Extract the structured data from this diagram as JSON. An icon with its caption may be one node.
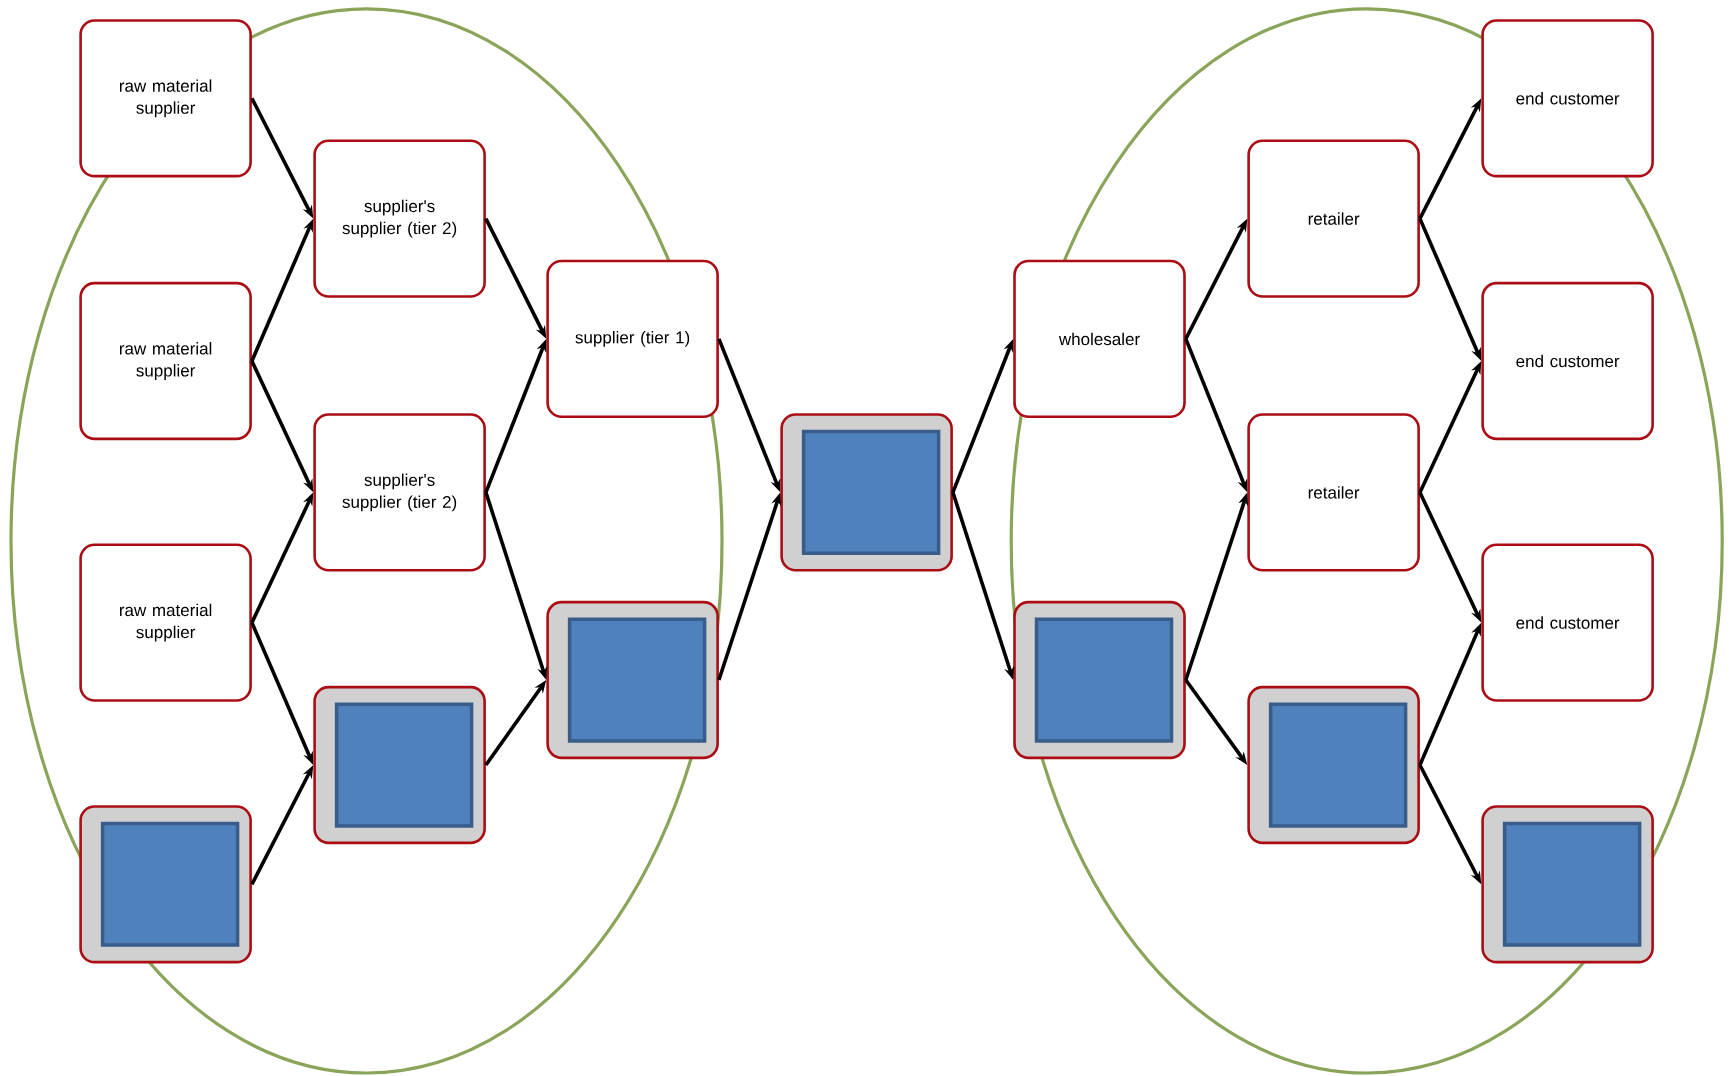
{
  "diagram": {
    "nodes": [
      {
        "text": [
          "raw material supplier"
        ]
      },
      {
        "text": [
          "raw material supplier"
        ]
      },
      {
        "text": [
          "raw material supplier"
        ]
      },
      {
        "text": [],
        "shape": "box"
      },
      {
        "text": [
          "supplier's supplier (tier 2)"
        ]
      },
      {
        "text": [
          "supplier's supplier (tier 2)"
        ]
      },
      {
        "text": [],
        "shape": "box"
      },
      {
        "text": [
          "supplier (tier 1)"
        ]
      },
      {
        "text": [],
        "shape": "box"
      },
      {
        "text": [],
        "shape": "box"
      },
      {
        "text": [
          "wholesaler"
        ]
      },
      {
        "text": [],
        "shape": "box"
      },
      {
        "text": [
          "retailer"
        ]
      },
      {
        "text": [
          "retailer"
        ]
      },
      {
        "text": [],
        "shape": "box"
      },
      {
        "text": [
          "end customer"
        ]
      },
      {
        "text": [
          "end customer"
        ]
      },
      {
        "text": [
          "end customer"
        ]
      },
      {
        "text": [],
        "shape": "box"
      }
    ],
    "edges": [
      {
        "from": 0,
        "to": 4,
        "arrow": "to"
      },
      {
        "from": 1,
        "to": 4,
        "arrow": "to"
      },
      {
        "from": 1,
        "to": 5,
        "arrow": "to"
      },
      {
        "from": 2,
        "to": 5,
        "arrow": "to"
      },
      {
        "from": 2,
        "to": 6,
        "arrow": "to"
      },
      {
        "from": 3,
        "to": 6,
        "arrow": "to"
      },
      {
        "from": 4,
        "to": 7,
        "arrow": "to"
      },
      {
        "from": 5,
        "to": 7,
        "arrow": "to"
      },
      {
        "from": 5,
        "to": 8,
        "arrow": "to"
      },
      {
        "from": 6,
        "to": 8,
        "arrow": "to"
      },
      {
        "from": 7,
        "to": 9,
        "arrow": "to"
      },
      {
        "from": 8,
        "to": 9,
        "arrow": "to"
      },
      {
        "from": 9,
        "to": 10,
        "arrow": "to"
      },
      {
        "from": 9,
        "to": 11,
        "arrow": "to"
      },
      {
        "from": 10,
        "to": 12,
        "arrow": "to"
      },
      {
        "from": 10,
        "to": 13,
        "arrow": "to"
      },
      {
        "from": 11,
        "to": 13,
        "arrow": "to"
      },
      {
        "from": 11,
        "to": 14,
        "arrow": "to"
      },
      {
        "from": 12,
        "to": 15,
        "arrow": "to"
      },
      {
        "from": 12,
        "to": 16,
        "arrow": "to"
      },
      {
        "from": 13,
        "to": 16,
        "arrow": "to"
      },
      {
        "from": 13,
        "to": 17,
        "arrow": "to"
      },
      {
        "from": 14,
        "to": 17,
        "arrow": "to"
      },
      {
        "from": 14,
        "to": 18,
        "arrow": "to"
      }
    ]
  }
}
